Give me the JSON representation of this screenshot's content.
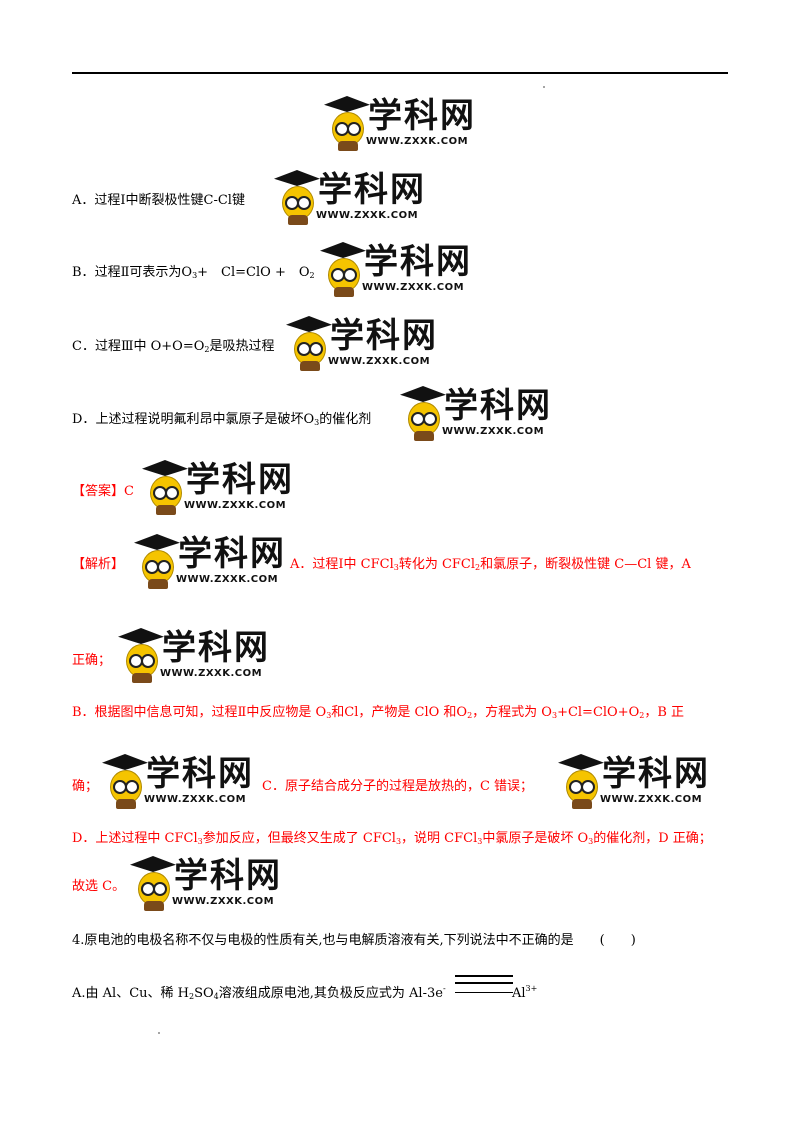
{
  "watermark": {
    "brand": "学科网",
    "url": "WWW.ZXXK.COM"
  },
  "options": {
    "a": {
      "label": "A．",
      "text": "过程Ⅰ中断裂极性键C-Cl键"
    },
    "b": {
      "label": "B．",
      "pre": "过程Ⅱ可表示为O",
      "mid": "+　Cl=ClO +　O"
    },
    "c": {
      "label": "C．",
      "pre": "过程Ⅲ中 O+O=O",
      "post": "是吸热过程"
    },
    "d": {
      "label": "D．",
      "pre": "上述过程说明氟利昂中氯原子是破坏O",
      "post": "的催化剂"
    }
  },
  "answer": {
    "label": "【答案】",
    "value": "C"
  },
  "analysis": {
    "label": "【解析】",
    "a_pre": "A．过程Ⅰ中 CFCl",
    "a_mid": "转化为 CFCl",
    "a_post": "和氯原子，断裂极性键 C—Cl 键，A",
    "a_cont": "正确；",
    "b_1": "B．根据图中信息可知，过程Ⅱ中反应物是 O",
    "b_2": "和Cl，产物是 ClO 和O",
    "b_3": "，方程式为 O",
    "b_4": "+Cl=ClO+O",
    "b_5": "，B 正",
    "c_pre": "确；",
    "c_text": "C．原子结合成分子的过程是放热的，C 错误；",
    "d_1": "D．上述过程中 CFCl",
    "d_2": "参加反应，但最终又生成了 CFCl",
    "d_3": "，说明 CFCl",
    "d_4": "中氯原子是破坏 O",
    "d_5": "的催化剂，D 正确；",
    "conclusion": "故选 C。"
  },
  "question4": {
    "stem": "4.原电池的电极名称不仅与电极的性质有关,也与电解质溶液有关,下列说法中不正确的是　　(　　)",
    "a_pre": "A.由 Al、Cu、稀 H",
    "a_mid": "SO",
    "a_post": "溶液组成原电池,其负极反应式为 Al-3e",
    "a_prod": "Al"
  },
  "subs": {
    "three": "3",
    "two": "2",
    "four": "4",
    "minus": "-",
    "three_plus": "3+"
  }
}
